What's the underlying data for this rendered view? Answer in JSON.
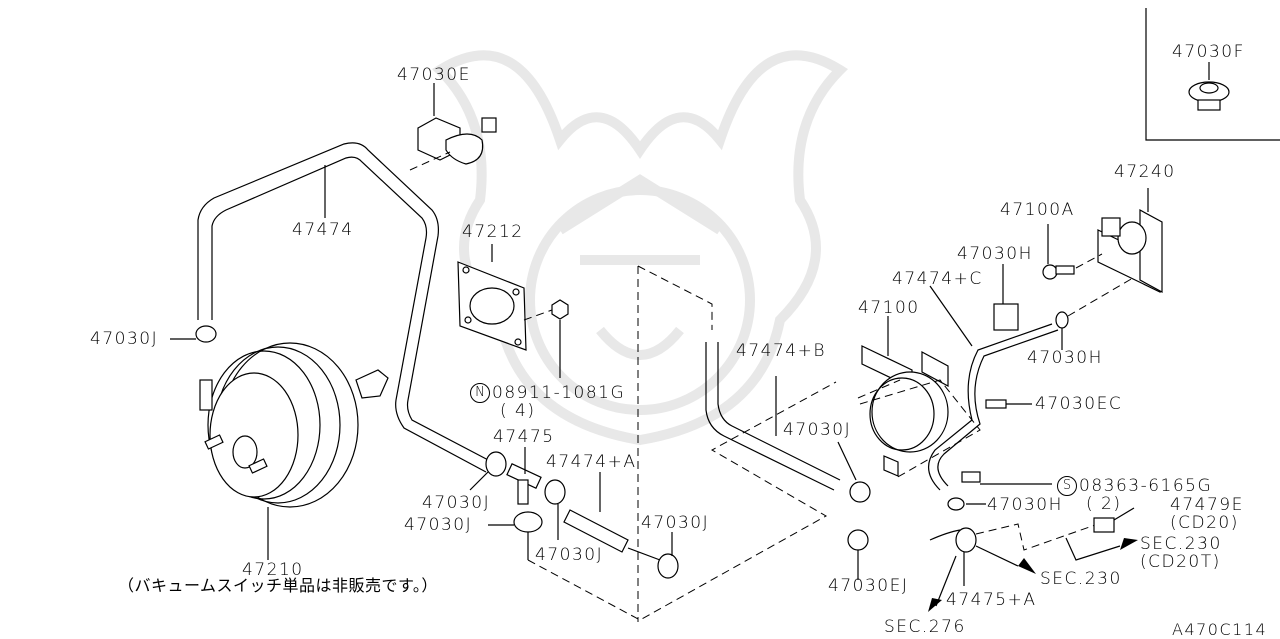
{
  "diagram": {
    "code": "A470C114",
    "note_jp": "（バキュームスイッチ単品は非販売です。）",
    "inset": {
      "label": "47030F"
    },
    "parts": [
      {
        "id": "p47030E",
        "label": "47030E"
      },
      {
        "id": "p47474",
        "label": "47474"
      },
      {
        "id": "p47212",
        "label": "47212"
      },
      {
        "id": "p47030J_a",
        "label": "47030J"
      },
      {
        "id": "p08911",
        "prefix": "N",
        "label": "08911-1081G",
        "qty": "( 4)"
      },
      {
        "id": "p47475",
        "label": "47475"
      },
      {
        "id": "p47474A",
        "label": "47474+A"
      },
      {
        "id": "p47030J_b",
        "label": "47030J"
      },
      {
        "id": "p47030J_c",
        "label": "47030J"
      },
      {
        "id": "p47030J_d",
        "label": "47030J"
      },
      {
        "id": "p47030J_e",
        "label": "47030J"
      },
      {
        "id": "p47210",
        "label": "47210"
      },
      {
        "id": "p47474B",
        "label": "47474+B"
      },
      {
        "id": "p47030J_f",
        "label": "47030J"
      },
      {
        "id": "p47100",
        "label": "47100"
      },
      {
        "id": "p47474C",
        "label": "47474+C"
      },
      {
        "id": "p47030H_a",
        "label": "47030H"
      },
      {
        "id": "p47100A",
        "label": "47100A"
      },
      {
        "id": "p47240",
        "label": "47240"
      },
      {
        "id": "p47030H_b",
        "label": "47030H"
      },
      {
        "id": "p47030EC",
        "label": "47030EC"
      },
      {
        "id": "p08363",
        "prefix": "S",
        "label": "08363-6165G",
        "qty": "( 2)"
      },
      {
        "id": "p47030H_c",
        "label": "47030H"
      },
      {
        "id": "p47479E",
        "label": "47479E",
        "sub": "(CD20)"
      },
      {
        "id": "p47030EJ",
        "label": "47030EJ"
      },
      {
        "id": "p47475A",
        "label": "47475+A"
      }
    ],
    "section_refs": [
      {
        "label": "SEC.230",
        "sub": "(CD20T)"
      },
      {
        "label": "SEC.230"
      },
      {
        "label": "SEC.276"
      }
    ]
  }
}
